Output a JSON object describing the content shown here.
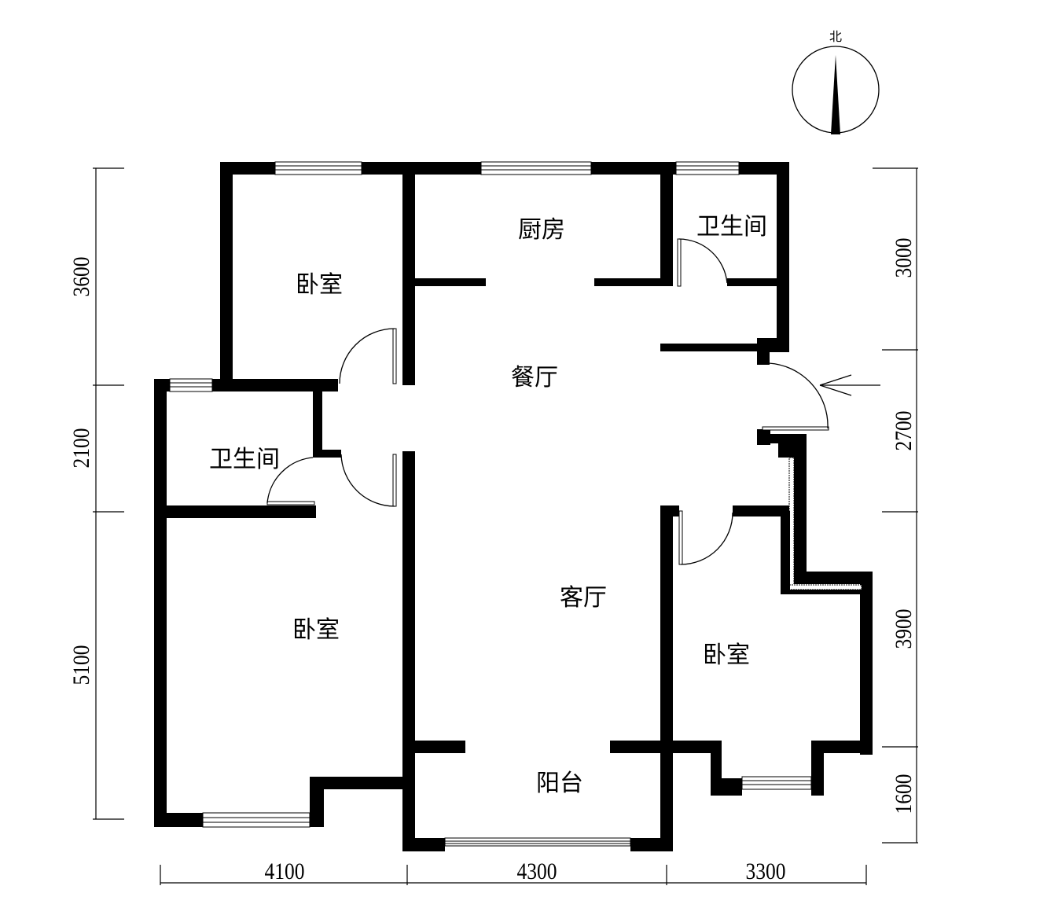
{
  "plan": {
    "north_label": "北",
    "rooms": {
      "bedroom_nw": "卧室",
      "kitchen": "厨房",
      "bathroom_ne": "卫生间",
      "dining": "餐厅",
      "bathroom_w": "卫生间",
      "living": "客厅",
      "bedroom_sw": "卧室",
      "bedroom_se": "卧室",
      "balcony": "阳台"
    },
    "dimensions": {
      "left": [
        "3600",
        "2100",
        "5100"
      ],
      "right": [
        "3000",
        "2700",
        "3900",
        "1600"
      ],
      "bottom": [
        "4100",
        "4300",
        "3300"
      ]
    },
    "colors": {
      "wall": "#000000",
      "background": "#ffffff"
    }
  }
}
